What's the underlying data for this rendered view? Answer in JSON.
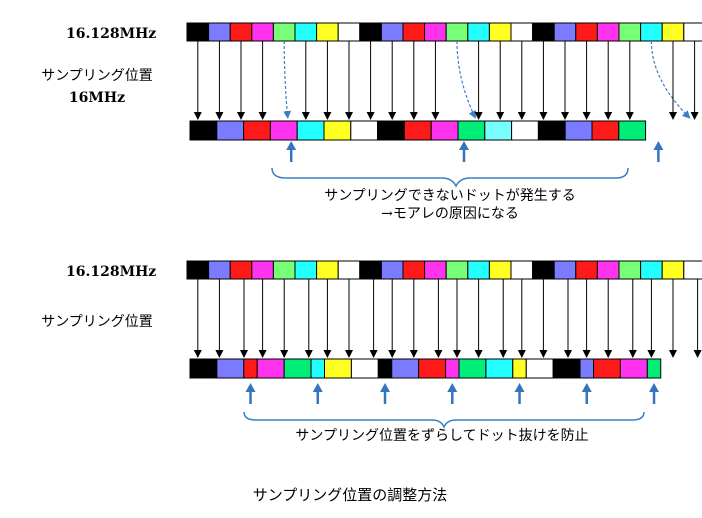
{
  "colors": {
    "K": "#000000",
    "B": "#7b7bff",
    "R": "#ff1a1a",
    "M": "#ff33ee",
    "G": "#77ff77",
    "C": "#22ffff",
    "Y": "#ffff22",
    "W": "#ffffff",
    "D": "#00ee77",
    "L": "#77ffff",
    "line": "#000000",
    "dashed_arrow": "#3a7ec8",
    "blue_arrow": "#3575c0",
    "brace": "#3a7ec8"
  },
  "top": {
    "freq_label": "16.128MHz",
    "sampling_label": "サンプリング位置",
    "sampling_freq": "16MHz",
    "source_pattern": [
      "K",
      "B",
      "R",
      "M",
      "G",
      "C",
      "Y",
      "W",
      "K",
      "B",
      "R",
      "M",
      "G",
      "C",
      "Y",
      "W",
      "K",
      "B",
      "R",
      "M",
      "G",
      "C",
      "Y",
      "W",
      "K",
      "B",
      "R",
      "M",
      "G"
    ],
    "sampled_pattern": [
      "K",
      "B",
      "R",
      "M",
      "C",
      "Y",
      "W",
      "K",
      "R",
      "M",
      "D",
      "L",
      "W",
      "K",
      "B",
      "R",
      "D"
    ],
    "dropped_dot_index": [
      4,
      12,
      21,
      28
    ],
    "brace_text_1": "サンプリングできないドットが発生する",
    "brace_text_2": "→モアレの原因になる"
  },
  "bottom": {
    "freq_label": "16.128MHz",
    "sampling_label": "サンプリング位置",
    "source_pattern": [
      "K",
      "B",
      "R",
      "M",
      "G",
      "C",
      "Y",
      "W",
      "K",
      "B",
      "R",
      "M",
      "G",
      "C",
      "Y",
      "W",
      "K",
      "B",
      "R",
      "M",
      "G",
      "C",
      "Y",
      "W",
      "K",
      "B",
      "R",
      "M",
      "G"
    ],
    "sampled_cells": [
      [
        "K",
        1
      ],
      [
        "B",
        1
      ],
      [
        "R",
        0.5
      ],
      [
        "M",
        1
      ],
      [
        "D",
        1
      ],
      [
        "C",
        0.5
      ],
      [
        "Y",
        1
      ],
      [
        "W",
        1
      ],
      [
        "K",
        0.5
      ],
      [
        "B",
        1
      ],
      [
        "R",
        1
      ],
      [
        "M",
        0.5
      ],
      [
        "D",
        1
      ],
      [
        "C",
        1
      ],
      [
        "Y",
        0.5
      ],
      [
        "W",
        1
      ],
      [
        "K",
        1
      ],
      [
        "B",
        0.5
      ],
      [
        "R",
        1
      ],
      [
        "M",
        1
      ],
      [
        "D",
        0.5
      ]
    ],
    "brace_text": "サンプリング位置をずらしてドット抜けを防止"
  },
  "caption": "サンプリング位置の調整方法"
}
